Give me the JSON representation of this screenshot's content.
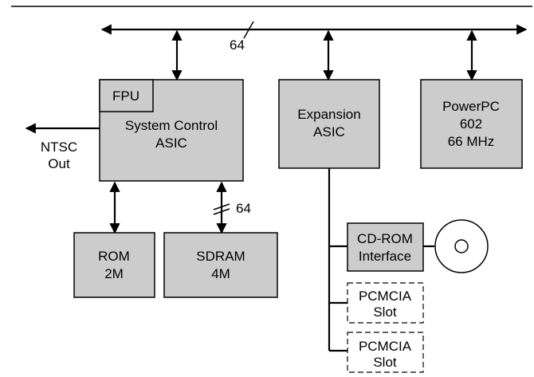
{
  "bus": {
    "width_label": "64"
  },
  "fpu": {
    "label": "FPU"
  },
  "system_control": {
    "line1": "System Control",
    "line2": "ASIC"
  },
  "expansion": {
    "line1": "Expansion",
    "line2": "ASIC"
  },
  "cpu": {
    "line1": "PowerPC",
    "line2": "602",
    "line3": "66 MHz"
  },
  "ntsc": {
    "line1": "NTSC",
    "line2": "Out"
  },
  "rom": {
    "line1": "ROM",
    "line2": "2M"
  },
  "sdram": {
    "line1": "SDRAM",
    "line2": "4M",
    "bus_width_label": "64"
  },
  "cdrom": {
    "line1": "CD-ROM",
    "line2": "Interface"
  },
  "pcmcia1": {
    "line1": "PCMCIA",
    "line2": "Slot"
  },
  "pcmcia2": {
    "line1": "PCMCIA",
    "line2": "Slot"
  },
  "colors": {
    "box_fill": "#cccccc",
    "line": "#000000"
  }
}
